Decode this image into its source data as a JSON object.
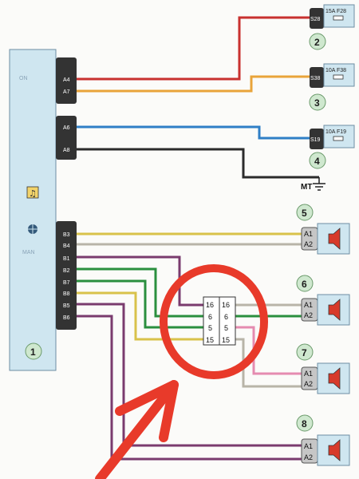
{
  "head_unit": {
    "label": "1",
    "faint_labels": [
      "ON",
      "MAN"
    ],
    "pins_top": [
      "A4",
      "A7"
    ],
    "pins_mid": [
      "A6",
      "A8"
    ],
    "pins_bottom": [
      "B3",
      "B4",
      "B1",
      "B2",
      "B7",
      "B8",
      "B5",
      "B6"
    ]
  },
  "fuses": [
    {
      "id": "2",
      "connector": "S28",
      "rating": "15A F28"
    },
    {
      "id": "3",
      "connector": "S38",
      "rating": "10A F38"
    },
    {
      "id": "4",
      "connector": "S19",
      "rating": "10A F19"
    }
  ],
  "ground": {
    "label": "MT"
  },
  "speakers": [
    {
      "id": "5",
      "pins": [
        "A1",
        "A2"
      ]
    },
    {
      "id": "6",
      "pins": [
        "A1",
        "A2"
      ]
    },
    {
      "id": "7",
      "pins": [
        "A1",
        "A2"
      ]
    },
    {
      "id": "8",
      "pins": [
        "A1",
        "A2"
      ]
    }
  ],
  "intermediate_connector": {
    "left": [
      "16",
      "6",
      "5",
      "15"
    ],
    "right": [
      "16",
      "6",
      "5",
      "15"
    ]
  },
  "colors": {
    "wire_red": "#c8312f",
    "wire_orange": "#e9a43a",
    "wire_blue": "#2f7fc6",
    "wire_black": "#2b2b2b",
    "wire_gray": "#b8b4a8",
    "wire_purple": "#7a3b6e",
    "wire_green": "#2a8f3e",
    "wire_pink": "#e58bb0",
    "wire_yellow": "#d8c24a",
    "unit_fill": "#cfe6f0",
    "label_circle": "#cfe8cf",
    "annotation": "#e83a2a"
  }
}
